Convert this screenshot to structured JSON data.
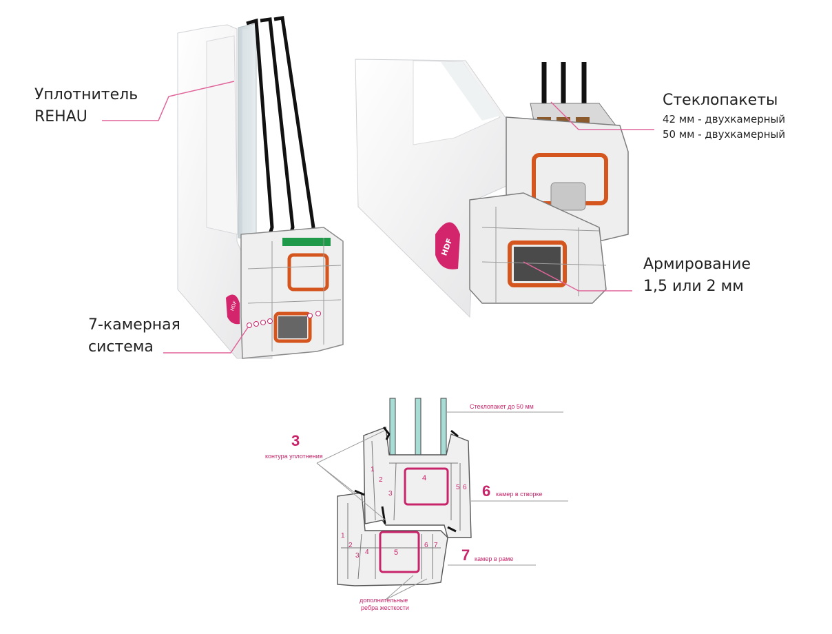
{
  "callouts": {
    "seal_line1": "Уплотнитель",
    "seal_line2": "REHAU",
    "chambers_line1": "7-камерная",
    "chambers_line2": "система",
    "glass_title": "Стеклопакеты",
    "glass_opt1": "42 мм - двухкамерный",
    "glass_opt2": "50 мм - двухкамерный",
    "rebar_line1": "Армирование",
    "rebar_line2": "1,5 или 2 мм"
  },
  "logo": "HDF",
  "diagram": {
    "glass_label": "Стеклопакет до 50 мм",
    "seal_count": "3",
    "seal_text": "контура уплотнения",
    "sash_count": "6",
    "sash_text": "камер в створке",
    "frame_count": "7",
    "frame_text": "камер в раме",
    "ribs_line1": "дополнительные",
    "ribs_line2": "ребра жесткости",
    "sash_numbers": [
      "1",
      "2",
      "3",
      "4",
      "5",
      "6"
    ],
    "frame_numbers": [
      "1",
      "2",
      "3",
      "4",
      "5",
      "6",
      "7"
    ]
  },
  "colors": {
    "accent": "#c8246a",
    "leader": "#e0649a",
    "profile": "#f2f2f2",
    "reinforcement": "#d4561e",
    "gasket": "#1f9a4a"
  }
}
